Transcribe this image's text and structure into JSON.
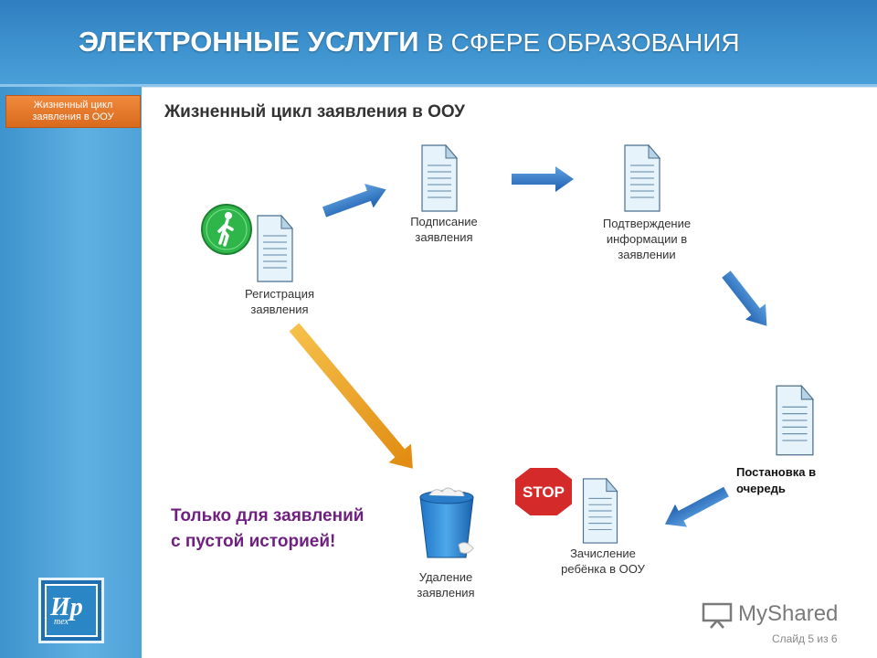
{
  "header": {
    "title_bold": "ЭЛЕКТРОННЫЕ УСЛУГИ",
    "title_rest": "В СФЕРЕ ОБРАЗОВАНИЯ"
  },
  "sidebar": {
    "active_tab": "Жизненный цикл заявления в ООУ"
  },
  "main": {
    "subtitle": "Жизненный цикл заявления в ООУ",
    "nodes": {
      "registration": "Регистрация заявления",
      "signing": "Подписание заявления",
      "confirmation": "Подтверждение информации в заявлении",
      "queue": "Постановка в очередь",
      "enrollment": "Зачисление ребёнка в ООУ",
      "deletion": "Удаление заявления"
    },
    "note_line1": "Только для заявлений",
    "note_line2": "с пустой историей!",
    "stop_sign": "STOP"
  },
  "footer": {
    "slide_counter": "Слайд 5 из 6",
    "watermark": "MyShared",
    "logo_text": "Ир",
    "logo_sub": "тех"
  },
  "colors": {
    "header_blue": "#3e93cf",
    "tab_orange": "#e57a2c",
    "arrow_blue": "#2f73c0",
    "arrow_orange": "#f0a020",
    "note_purple": "#6f1f7f",
    "stop_red": "#d42a2a",
    "walk_green": "#2fb64a"
  }
}
